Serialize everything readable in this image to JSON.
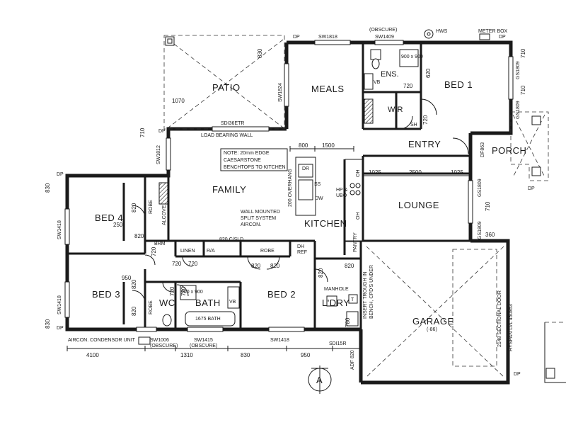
{
  "rooms": {
    "patio": "PATIO",
    "meals": "MEALS",
    "ens": "ENS.",
    "bed1": "BED 1",
    "wir": "WIR",
    "entry": "ENTRY",
    "porch": "PORCH",
    "family": "FAMILY",
    "kitchen": "KITCHEN",
    "lounge": "LOUNGE",
    "bed4": "BED 4",
    "bed3": "BED 3",
    "wc": "WC",
    "bath": "BATH",
    "bed2": "BED 2",
    "ldry": "L'DRY",
    "garage": "GARAGE",
    "garage_sub": "(-86)"
  },
  "labels": {
    "sw1818": "SW1818",
    "obscure_top": "(OBSCURE)",
    "sw1409": "SW1409",
    "hws": "HWS",
    "meter_box": "METER BOX",
    "dp": "DP",
    "sdi36etr": "SDI36ETR",
    "load_bearing": "LOAD BEARING WALL",
    "note": "NOTE: 20mm EDGE CAESARSTONE BENCHTOPS TO KITCHEN",
    "note_l1": "NOTE: 20mm EDGE",
    "note_l2": "CAESARSTONE",
    "note_l3": "BENCHTOPS TO KITCHEN",
    "split_l1": "WALL MOUNTED",
    "split_l2": "SPLIT SYSTEM",
    "split_l3": "AIRCON.",
    "overhang": "200 OVERHANG",
    "dr": "DR",
    "ss": "SS",
    "dw": "DW",
    "hp_ubo_1": "HP &",
    "hp_ubo_2": "UBO",
    "oh": "OH",
    "df863": "DF863",
    "gs1809": "GS1809",
    "sw1824": "SW1824",
    "sw1812": "SW1812",
    "sw1418": "SW1418",
    "robe": "ROBE",
    "alcove": "ALCOVE",
    "brm": "BRM",
    "linen": "LINEN",
    "ra": "R/A",
    "c_sld": "820 C/SLD",
    "dh": "DH",
    "ref": "REF",
    "pantry": "PANTRY",
    "manhole": "MANHOLE",
    "trough_1": "INSERT TROUGH IN",
    "trough_2": "BENCH, CPD'S UNDER",
    "t": "T",
    "vb": "VB",
    "sh": "SH",
    "tub": "1675 BATH",
    "sectional_door": "2148 SECTIONAL DOOR",
    "hyspan": "HYSPAN LVL 450x63",
    "aircon_unit": "AIRCON. CONDENSOR UNIT",
    "sw1006": "SW1006",
    "obscure": "(OBSCURE)",
    "sw1415": "SW1415",
    "sdi15r": "SDI15R",
    "adf820": "ADF 820",
    "north": "A"
  },
  "dims": {
    "d830_top": "830",
    "d710_top": "710",
    "d710_mid": "710",
    "d1070": "1070",
    "d710_patio": "710",
    "d800": "800",
    "d1500": "1500",
    "d1025_a": "1025",
    "d2500": "2500",
    "d1025_b": "1025",
    "d830_left": "830",
    "d830_bot": "830",
    "d710_lounge": "710",
    "d360": "360",
    "d720_ens": "720",
    "d720_wir": "720",
    "d720_brm": "720",
    "d720_a": "720",
    "d720_b": "720",
    "d720_wc": "720",
    "d720_bath": "720",
    "d820_b4": "820",
    "d820_b4b": "820",
    "d820_b3": "820",
    "d820_b3b": "820",
    "d820_b2a": "820",
    "d820_b2b": "820",
    "d820_ldry": "820",
    "d820_ld2": "820",
    "d620": "620",
    "d900_ens": "900 x 900",
    "d900_bath": "900 x 900",
    "d780": "780",
    "d4100": "4100",
    "d1310": "1310",
    "d830_b": "830",
    "d950": "950",
    "d250": "250",
    "d950_b3": "950"
  }
}
